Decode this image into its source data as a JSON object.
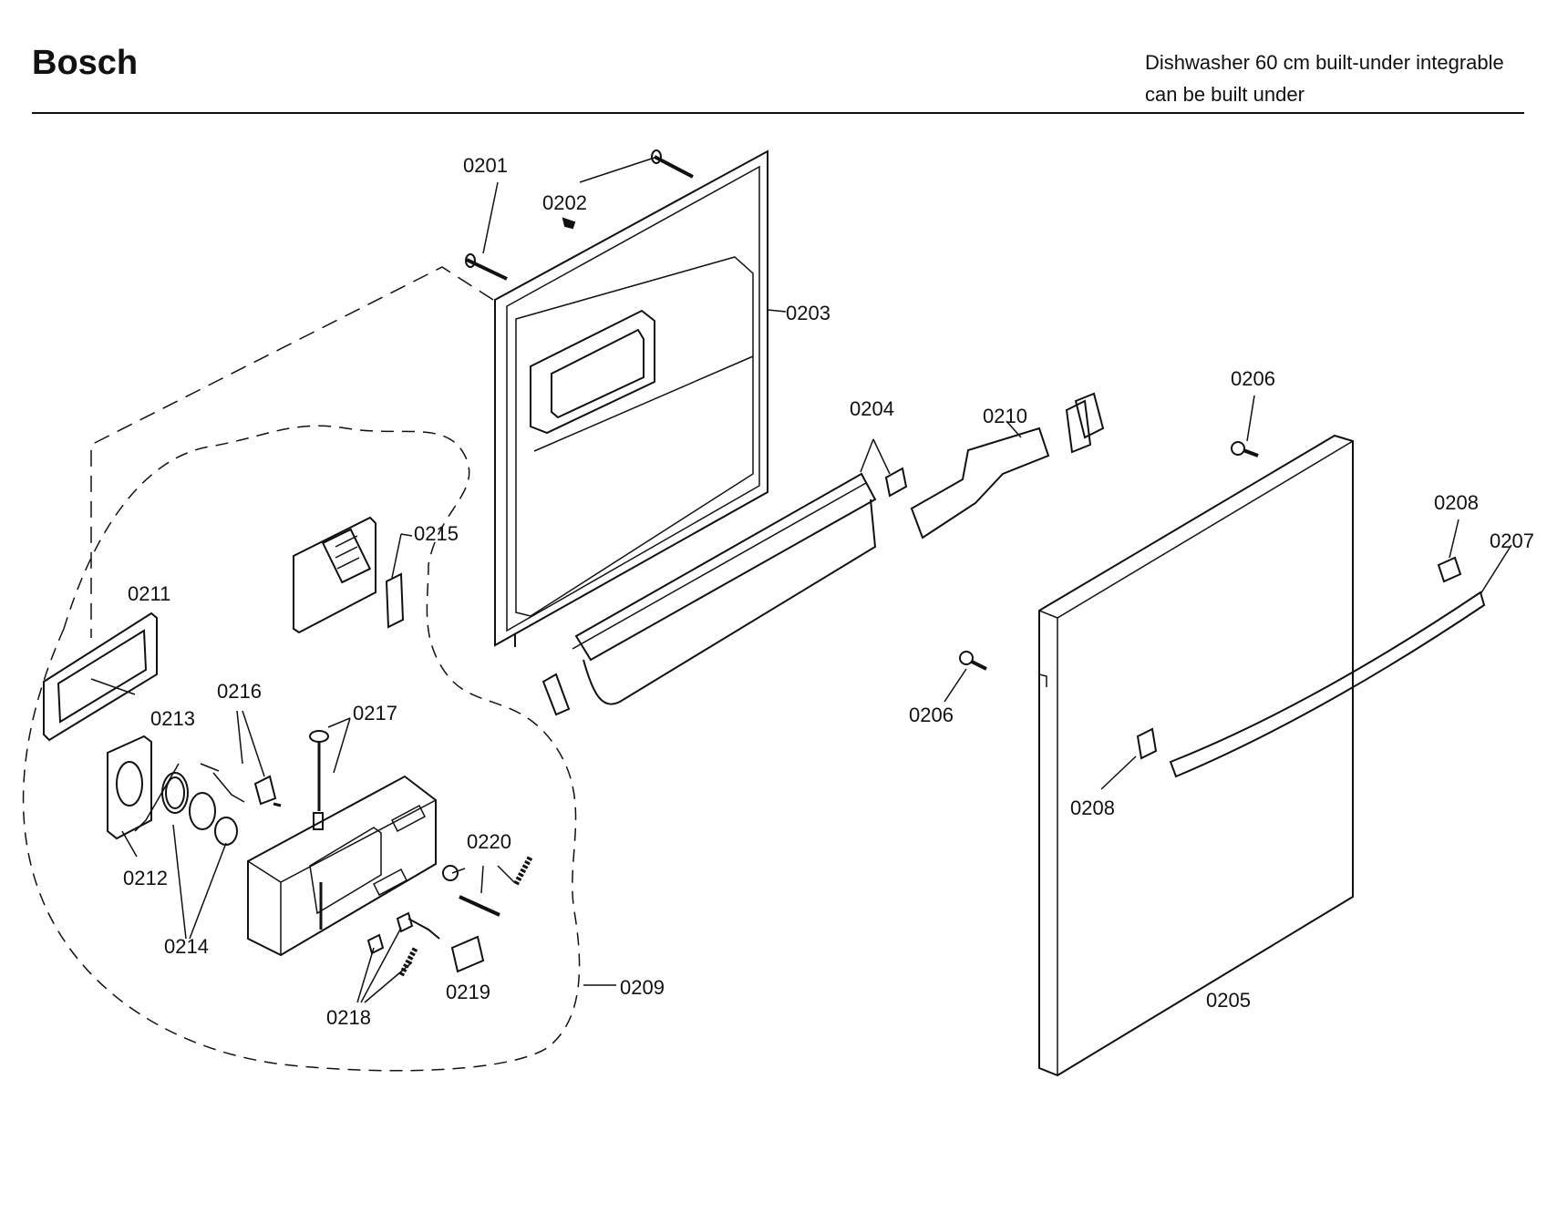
{
  "header": {
    "brand": "Bosch",
    "description_line1": "Dishwasher 60 cm built-under integrable",
    "description_line2": "can be built under"
  },
  "callouts": {
    "c0201": "0201",
    "c0202": "0202",
    "c0203": "0203",
    "c0204": "0204",
    "c0205": "0205",
    "c0206_top": "0206",
    "c0206_left": "0206",
    "c0207": "0207",
    "c0208_right": "0208",
    "c0208_left": "0208",
    "c0209": "0209",
    "c0210": "0210",
    "c0211": "0211",
    "c0212": "0212",
    "c0213": "0213",
    "c0214": "0214",
    "c0215": "0215",
    "c0216": "0216",
    "c0217": "0217",
    "c0218": "0218",
    "c0219": "0219",
    "c0220": "0220"
  }
}
